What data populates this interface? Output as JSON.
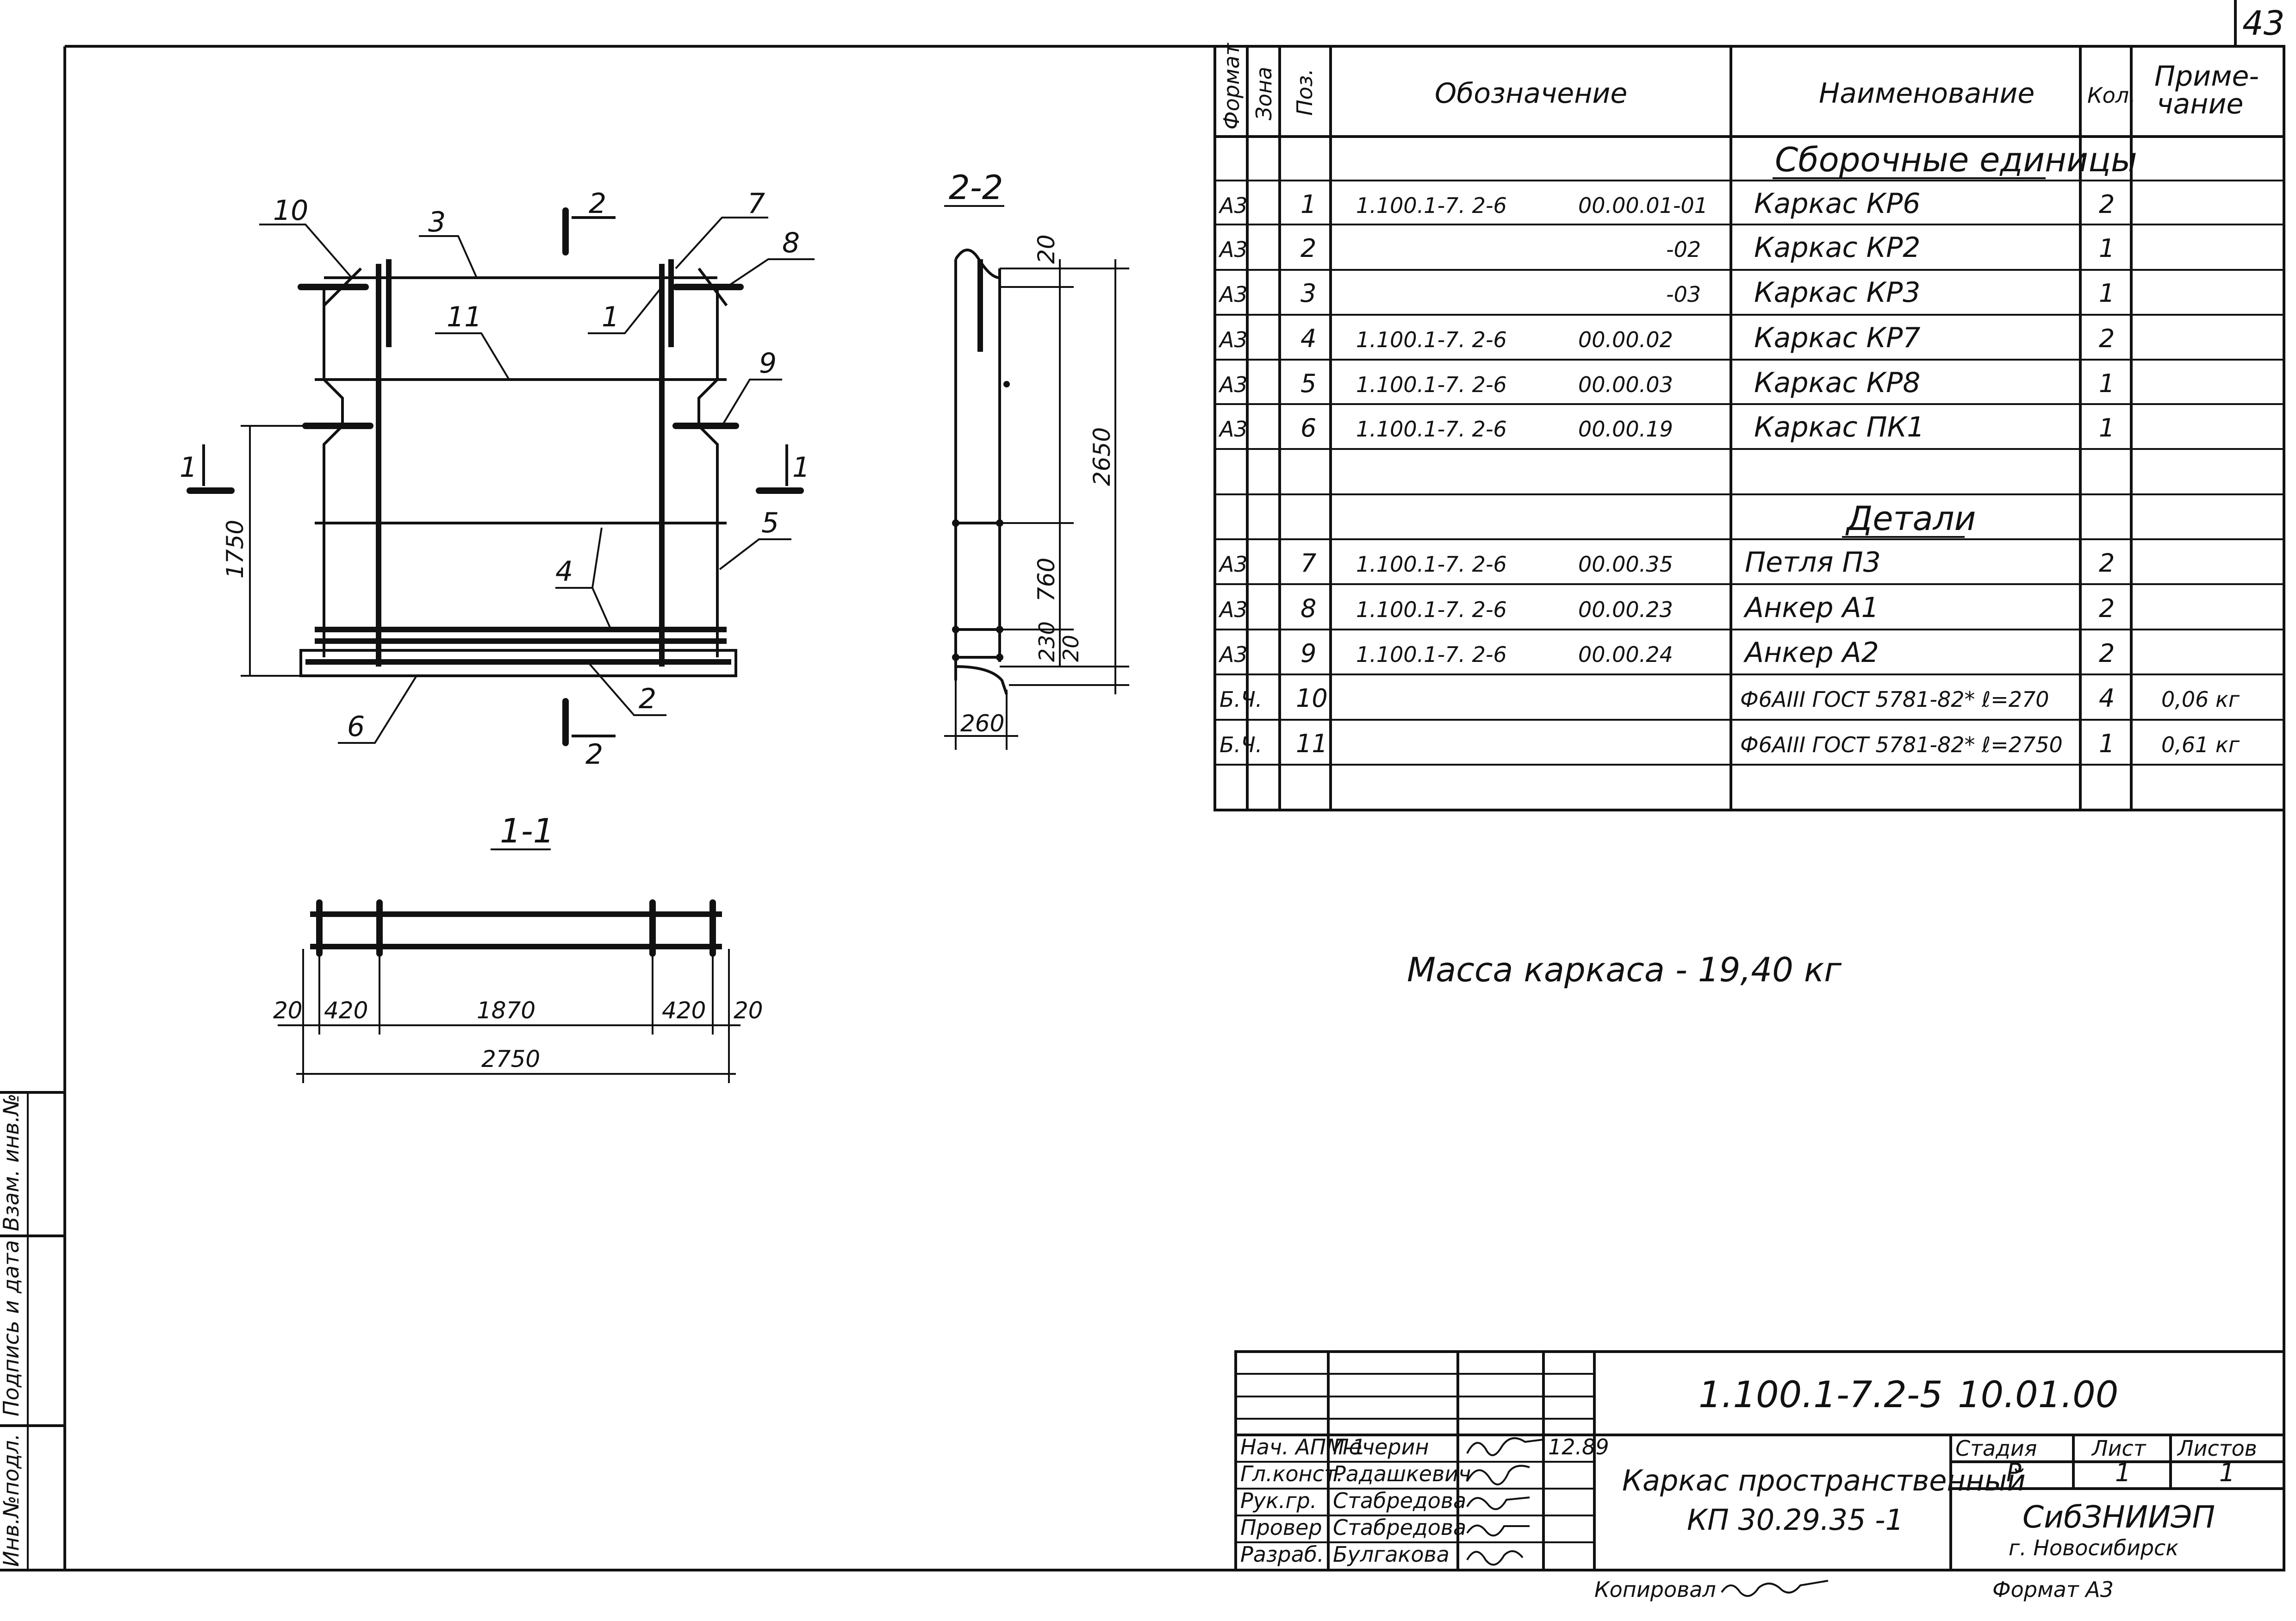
{
  "sheet_number": "43",
  "side_stamp": [
    "Инв.№подл.",
    "Подпись и дата",
    "Взам. инв.№"
  ],
  "views": {
    "section_22_title": "2-2",
    "section_11_title": "1-1",
    "section_marks": [
      "1",
      "1",
      "2",
      "2"
    ],
    "position_labels": [
      "10",
      "3",
      "7",
      "8",
      "11",
      "1",
      "9",
      "4",
      "5",
      "2",
      "6"
    ],
    "front_dims": {
      "height": "1750"
    },
    "side_dims": [
      "20",
      "2650",
      "760",
      "230",
      "20",
      "260"
    ],
    "plan_dims": [
      "20",
      "420",
      "1870",
      "420",
      "20",
      "2750"
    ]
  },
  "spec": {
    "headers": {
      "format": "Формат",
      "zone": "Зона",
      "pos": "Поз.",
      "designation": "Обозначение",
      "name": "Наименование",
      "qty": "Кол.",
      "note_1": "Приме-",
      "note_2": "чание"
    },
    "section_assemblies": "Сборочные единицы",
    "section_details": "Детали",
    "rows": [
      {
        "fmt": "А3",
        "pos": "1",
        "doc": "1.100.1-7. 2-6",
        "code": "00.00.01-01",
        "name": "Каркас   КР6",
        "qty": "2",
        "note": ""
      },
      {
        "fmt": "А3",
        "pos": "2",
        "doc": "",
        "code": "-02",
        "name": "Каркас   КР2",
        "qty": "1",
        "note": ""
      },
      {
        "fmt": "А3",
        "pos": "3",
        "doc": "",
        "code": "-03",
        "name": "Каркас   КР3",
        "qty": "1",
        "note": ""
      },
      {
        "fmt": "А3",
        "pos": "4",
        "doc": "1.100.1-7. 2-6",
        "code": "00.00.02",
        "name": "Каркас   КР7",
        "qty": "2",
        "note": ""
      },
      {
        "fmt": "А3",
        "pos": "5",
        "doc": "1.100.1-7. 2-6",
        "code": "00.00.03",
        "name": "Каркас   КР8",
        "qty": "1",
        "note": ""
      },
      {
        "fmt": "А3",
        "pos": "6",
        "doc": "1.100.1-7. 2-6",
        "code": "00.00.19",
        "name": "Каркас   ПК1",
        "qty": "1",
        "note": ""
      },
      {
        "fmt": "А3",
        "pos": "7",
        "doc": "1.100.1-7. 2-6",
        "code": "00.00.35",
        "name": "Петля   П3",
        "qty": "2",
        "note": ""
      },
      {
        "fmt": "А3",
        "pos": "8",
        "doc": "1.100.1-7. 2-6",
        "code": "00.00.23",
        "name": "Анкер   А1",
        "qty": "2",
        "note": ""
      },
      {
        "fmt": "А3",
        "pos": "9",
        "doc": "1.100.1-7. 2-6",
        "code": "00.00.24",
        "name": "Анкер   А2",
        "qty": "2",
        "note": ""
      },
      {
        "fmt": "Б.Ч.",
        "pos": "10",
        "doc": "",
        "code": "",
        "name": "Ф6АIII  ГОСТ 5781-82*  ℓ=270",
        "qty": "4",
        "note": "0,06 кг"
      },
      {
        "fmt": "Б.Ч.",
        "pos": "11",
        "doc": "",
        "code": "",
        "name": "Ф6АIII  ГОСТ 5781-82*  ℓ=2750",
        "qty": "1",
        "note": "0,61 кг"
      }
    ]
  },
  "mass_note": "Масса   каркаса  - 19,40 кг",
  "title_block": {
    "doc_number": "1.100.1-7.2-5",
    "doc_code": "10.01.00",
    "date": "12.89",
    "roles": [
      "Нач. АПМ-1",
      "Гл.конст.",
      "Рук.гр.",
      "Провер",
      "Разраб."
    ],
    "names": [
      "Печерин",
      "Радашкевич",
      "Стабредова",
      "Стабредова",
      "Булгакова"
    ],
    "title_line1": "Каркас  пространственный",
    "title_line2": "КП 30.29.35 -1",
    "stage_label": "Стадия",
    "sheet_label": "Лист",
    "sheets_label": "Листов",
    "stage": "Р",
    "sheet": "1",
    "sheets": "1",
    "org": "СибЗНИИЭП",
    "city": "г. Новосибирск",
    "copied_label": "Копировал",
    "format_label": "Формат  А3"
  }
}
